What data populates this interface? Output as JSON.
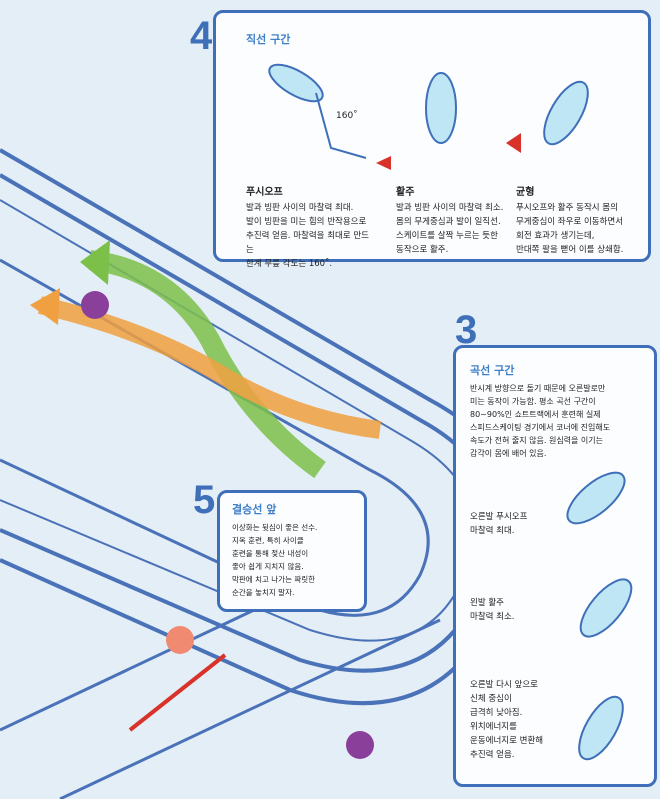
{
  "section4": {
    "number": "4",
    "title": "직선 구간",
    "angle_label": "160˚",
    "columns": [
      {
        "heading": "푸시오프",
        "text": "발과 빙판 사이의 마찰력 최대.\n발이 빙판을 미는 힘의 반작용으로\n추진력 얻음. 마찰력을 최대로 만드는\n한계 무릎 각도는 160˚."
      },
      {
        "heading": "활주",
        "text": "발과 빙판 사이의 마찰력 최소.\n몸의 무게중심과 발이 일직선.\n스케이트를 살짝 누르는 듯한\n동작으로 활주."
      },
      {
        "heading": "균형",
        "text": "푸시오프와 활주 동작시 몸의\n무게중심이 좌우로 이동하면서\n회전 효과가 생기는데,\n반대쪽 팔을 뻗어 이를 상쇄함."
      }
    ]
  },
  "section3": {
    "number": "3",
    "title": "곡선 구간",
    "text": "반시계 방향으로 돌기 때문에 오른발로만\n미는 동작이 가능함. 평소 곡선 구간이\n80~90%인 쇼트트랙에서 훈련해 실제\n스피드스케이팅 경기에서 코너에 진입해도\n속도가 전혀 줄지 않음. 원심력을 이기는\n감각이 몸에 배어 있음.",
    "steps": [
      "오른발 푸시오프\n마찰력 최대.",
      "왼발 활주\n마찰력 최소.",
      "오른발 다시 앞으로\n신체 중심이\n급격히 낮아짐.\n위치에너지를\n운동에너지로 변환해\n추진력 얻음."
    ]
  },
  "section5": {
    "number": "5",
    "title": "결승선 앞",
    "text": "이상화는 뒷심이 좋은 선수.\n지옥 훈련, 특히 사이클\n훈련을 통해 젖산 내성이\n좋아 쉽게 지치지 않음.\n막판에 치고 나가는 짜릿한\n순간을 놓치지 말자."
  },
  "colors": {
    "accent": "#3f6fb8",
    "green": "#7cc04a",
    "orange": "#f0a040",
    "red": "#d8322a",
    "purple": "#8a3f9a"
  }
}
